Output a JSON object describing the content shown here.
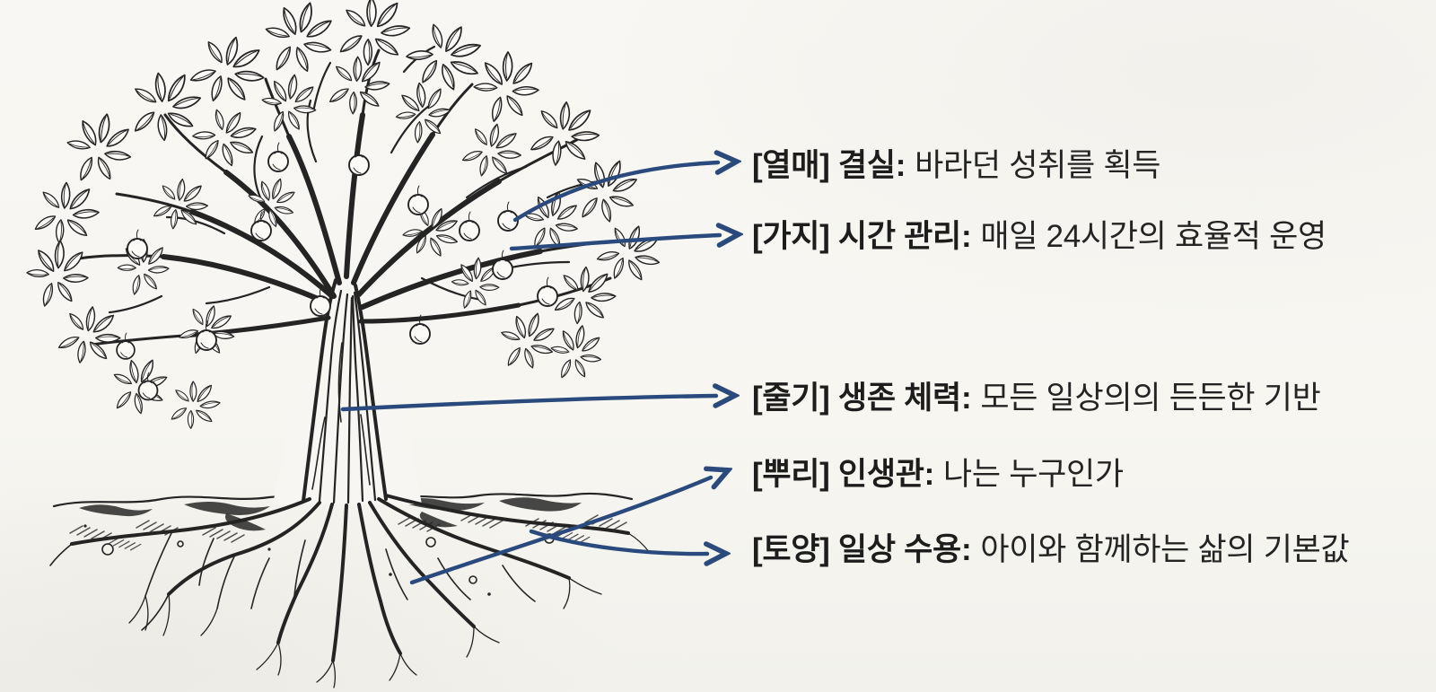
{
  "colors": {
    "background": "#f7f6f2",
    "ink": "#242424",
    "arrow": "#2a4a7d",
    "text": "#1d1d1d"
  },
  "illustration": {
    "alt": "hand-drawn ink sketch of an apple tree: leafy canopy with fruits, striated trunk, soil band and spreading exposed roots"
  },
  "labels": [
    {
      "keyword": "[열매] 결실:",
      "description": "바라던 성취를 획득"
    },
    {
      "keyword": "[가지] 시간 관리:",
      "description": "매일 24시간의 효율적 운영"
    },
    {
      "keyword": "[줄기] 생존 체력:",
      "description": "모든 일상의의 든든한 기반"
    },
    {
      "keyword": "[뿌리] 인생관:",
      "description": "나는 누구인가"
    },
    {
      "keyword": "[토양] 일상 수용:",
      "description": "아이와 함께하는 삶의 기본값"
    }
  ]
}
